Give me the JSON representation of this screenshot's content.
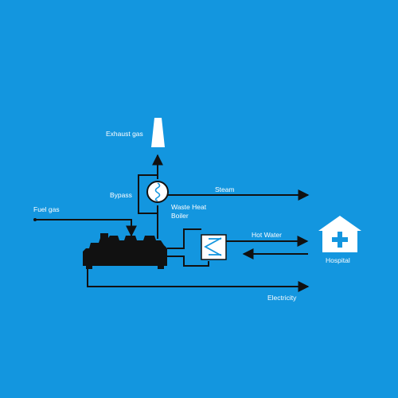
{
  "colors": {
    "background": "#1396DF",
    "line": "#111111",
    "fill_light": "#ffffff",
    "engine": "#111111"
  },
  "labels": {
    "exhaust_gas": "Exhaust gas",
    "bypass": "Bypass",
    "steam": "Steam",
    "fuel_gas": "Fuel gas",
    "waste_heat_boiler_line1": "Waste Heat",
    "waste_heat_boiler_line2": "Boiler",
    "hot_water": "Hot Water",
    "hospital": "Hospital",
    "electricity": "Electricity"
  },
  "icons": {
    "stack": "chimney-icon",
    "boiler": "waste-heat-boiler-icon",
    "heat_exchanger": "heat-exchanger-icon",
    "hospital": "hospital-icon",
    "engine": "gas-engine-icon"
  }
}
